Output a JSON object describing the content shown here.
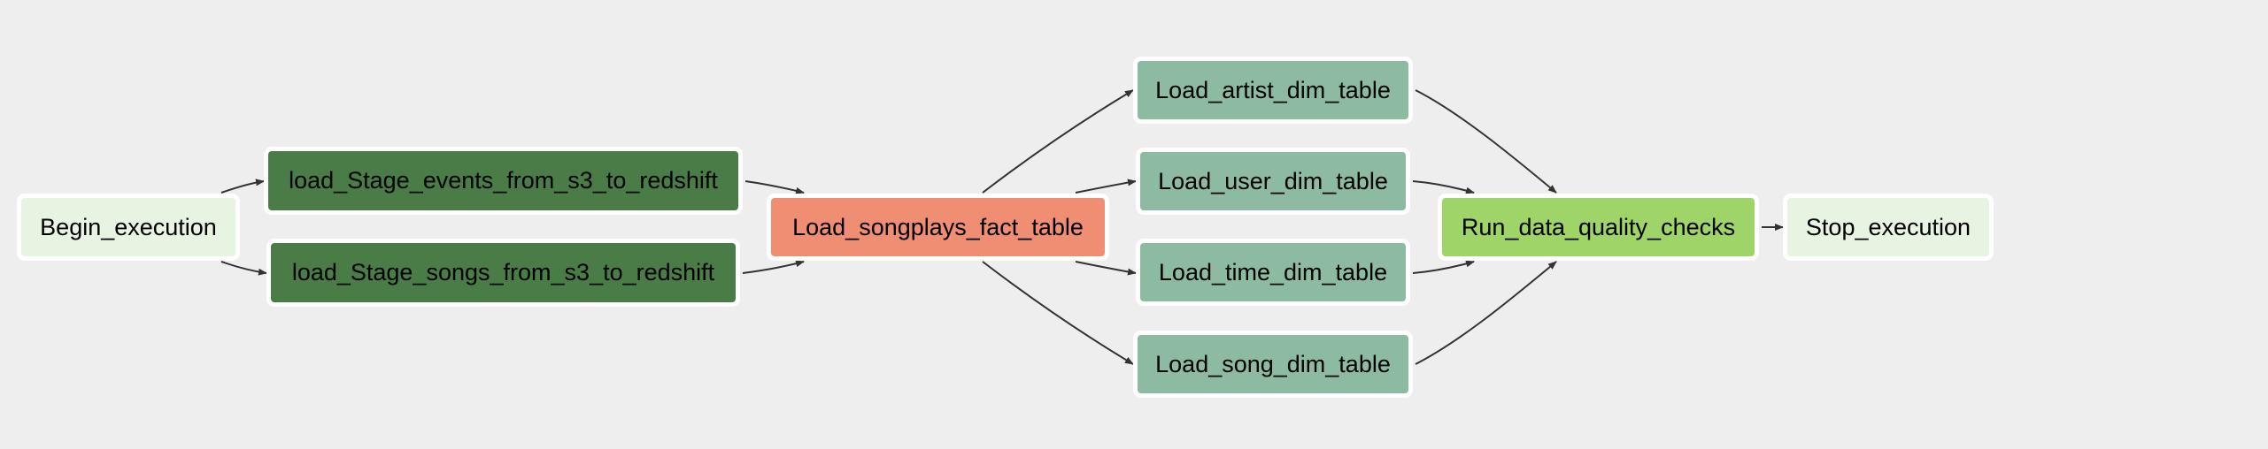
{
  "diagram": {
    "nodes": [
      {
        "id": "begin",
        "label": "Begin_execution",
        "color": "#e8f4e2"
      },
      {
        "id": "events",
        "label": "load_Stage_events_from_s3_to_redshift",
        "color": "#4a7c47"
      },
      {
        "id": "songs",
        "label": "load_Stage_songs_from_s3_to_redshift",
        "color": "#4a7c47"
      },
      {
        "id": "fact",
        "label": "Load_songplays_fact_table",
        "color": "#ef8e72"
      },
      {
        "id": "artist",
        "label": "Load_artist_dim_table",
        "color": "#8dbba1"
      },
      {
        "id": "user",
        "label": "Load_user_dim_table",
        "color": "#8dbba1"
      },
      {
        "id": "time",
        "label": "Load_time_dim_table",
        "color": "#8dbba1"
      },
      {
        "id": "song",
        "label": "Load_song_dim_table",
        "color": "#8dbba1"
      },
      {
        "id": "quality",
        "label": "Run_data_quality_checks",
        "color": "#9ed468"
      },
      {
        "id": "stop",
        "label": "Stop_execution",
        "color": "#e8f4e2"
      }
    ],
    "edges": [
      {
        "from": "begin",
        "to": "events"
      },
      {
        "from": "begin",
        "to": "songs"
      },
      {
        "from": "events",
        "to": "fact"
      },
      {
        "from": "songs",
        "to": "fact"
      },
      {
        "from": "fact",
        "to": "artist"
      },
      {
        "from": "fact",
        "to": "user"
      },
      {
        "from": "fact",
        "to": "time"
      },
      {
        "from": "fact",
        "to": "song"
      },
      {
        "from": "artist",
        "to": "quality"
      },
      {
        "from": "user",
        "to": "quality"
      },
      {
        "from": "time",
        "to": "quality"
      },
      {
        "from": "song",
        "to": "quality"
      },
      {
        "from": "quality",
        "to": "stop"
      }
    ]
  }
}
